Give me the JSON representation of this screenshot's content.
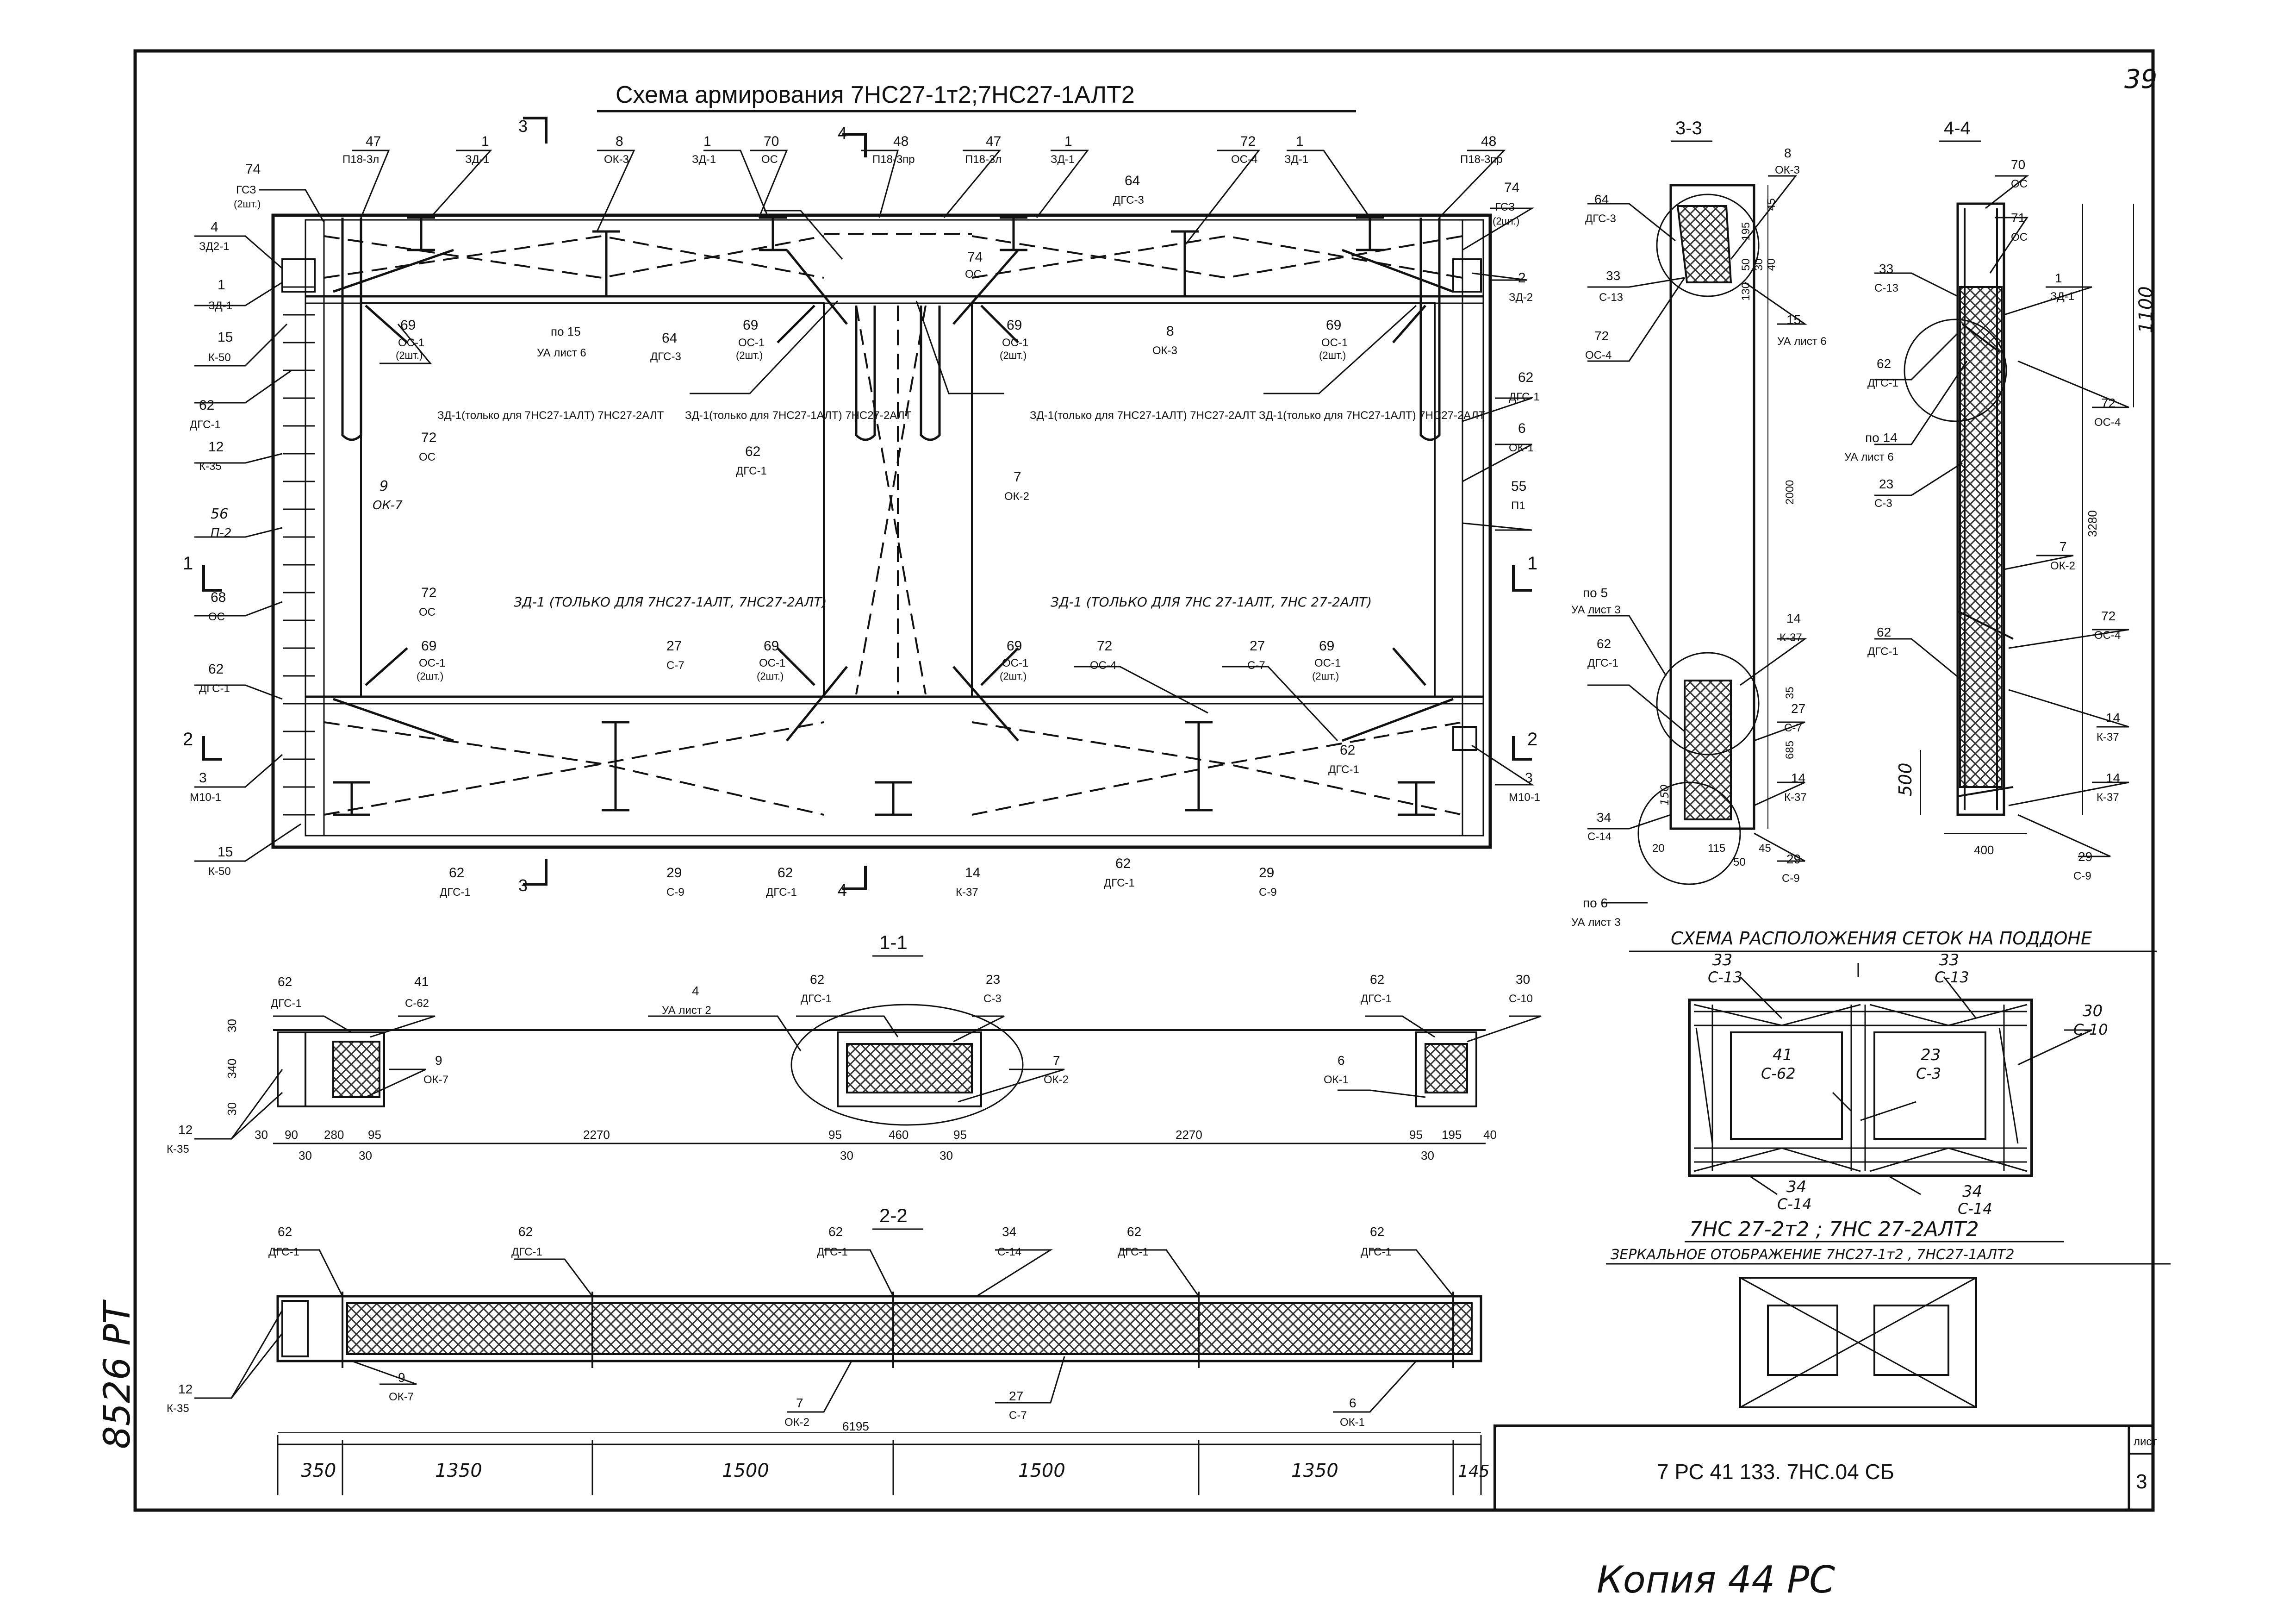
{
  "page_number": "39",
  "main_title": "Схема армирования 7НС27-1т2;7НС27-1АЛТ2",
  "stamp": {
    "code": "7 РС 41 133. 7НС.04 СБ",
    "sheet_label": "лист",
    "sheet_number": "3"
  },
  "handwritten": {
    "left_margin": "8526 РТ",
    "bottom_note": "Копия 44 РС"
  },
  "plan_labels": [
    {
      "num": "74",
      "code": "ГСЗ",
      "extra": "(2шт.)"
    },
    {
      "num": "47",
      "code": "П18-3л"
    },
    {
      "num": "1",
      "code": "ЗД-1"
    },
    {
      "num": "3",
      "code": ""
    },
    {
      "num": "8",
      "code": "ОК-3"
    },
    {
      "num": "1",
      "code": "ЗД-1"
    },
    {
      "num": "70",
      "code": "ОС"
    },
    {
      "num": "4",
      "code": ""
    },
    {
      "num": "48",
      "code": "П18-3пр"
    },
    {
      "num": "47",
      "code": "П18-3л"
    },
    {
      "num": "1",
      "code": "ЗД-1"
    },
    {
      "num": "64",
      "code": "ДГС-3"
    },
    {
      "num": "72",
      "code": "ОС-4"
    },
    {
      "num": "1",
      "code": "ЗД-1"
    },
    {
      "num": "48",
      "code": "П18-3пр"
    },
    {
      "num": "74",
      "code": "ГСЗ",
      "extra": "(2шт.)"
    },
    {
      "num": "4",
      "code": "ЗД2-1"
    },
    {
      "num": "1",
      "code": "ЗД-1"
    },
    {
      "num": "74",
      "code": "ОС"
    },
    {
      "num": "2",
      "code": "ЗД-2"
    },
    {
      "num": "15",
      "code": "К-50"
    },
    {
      "num": "по 15",
      "code": "УА лист 6"
    },
    {
      "num": "64",
      "code": "ДГС-3"
    },
    {
      "num": "69",
      "code": "ОС-1",
      "extra": "(2шт.)"
    },
    {
      "num": "8",
      "code": "ОК-3"
    },
    {
      "num": "62",
      "code": "ДГС-1"
    },
    {
      "num": "12",
      "code": "К-35"
    },
    {
      "num": "72",
      "code": "ОС"
    },
    {
      "num": "6",
      "code": "ОК-1"
    },
    {
      "num": "62",
      "code": "ДГС-1"
    },
    {
      "num": "7",
      "code": "ОК-2"
    },
    {
      "num": "9",
      "code": "ОК-7"
    },
    {
      "num": "55",
      "code": "П1"
    },
    {
      "num": "56",
      "code": "П-2"
    },
    {
      "num": "68",
      "code": "ОС"
    },
    {
      "num": "27",
      "code": "С-7"
    },
    {
      "num": "72",
      "code": "ОС-4"
    },
    {
      "num": "3",
      "code": "М10-1"
    },
    {
      "num": "29",
      "code": "С-9"
    },
    {
      "num": "14",
      "code": "К-37"
    }
  ],
  "plan_notes": {
    "zd_note": "ЗД-1(только для 7НС27-1АЛТ) 7НС27-2АЛТ",
    "zd_note_long_left": "ЗД-1 (ТОЛЬКО ДЛЯ 7НС27-1АЛТ, 7НС27-2АЛТ)",
    "zd_note_long_right": "ЗД-1 (ТОЛЬКО ДЛЯ 7НС 27-1АЛТ, 7НС 27-2АЛТ)"
  },
  "section_marks": {
    "s1": "1",
    "s2": "2",
    "s3": "3",
    "s4": "4"
  },
  "section_titles": {
    "s11": "1-1",
    "s22": "2-2",
    "s33": "3-3",
    "s44": "4-4"
  },
  "section_11": {
    "labels": [
      {
        "num": "62",
        "code": "ДГС-1"
      },
      {
        "num": "41",
        "code": "С-62"
      },
      {
        "num": "4",
        "code": "УА лист 2"
      },
      {
        "num": "62",
        "code": "ДГС-1"
      },
      {
        "num": "23",
        "code": "С-3"
      },
      {
        "num": "62",
        "code": "ДГС-1"
      },
      {
        "num": "30",
        "code": "С-10"
      },
      {
        "num": "9",
        "code": "ОК-7"
      },
      {
        "num": "7",
        "code": "ОК-2"
      },
      {
        "num": "6",
        "code": "ОК-1"
      },
      {
        "num": "12",
        "code": "К-35"
      }
    ],
    "dims_top": [
      "30",
      "90",
      "280",
      "95",
      "2270",
      "95",
      "460",
      "95",
      "2270",
      "95",
      "195",
      "40"
    ],
    "dims_bottom": [
      "30",
      "30",
      "30",
      "30",
      "30"
    ],
    "dims_vert": [
      "30",
      "340",
      "30"
    ]
  },
  "section_22": {
    "labels": [
      {
        "num": "62",
        "code": "ДГС-1"
      },
      {
        "num": "62",
        "code": "ДГС-1"
      },
      {
        "num": "62",
        "code": "ДГС-1"
      },
      {
        "num": "34",
        "code": "С-14"
      },
      {
        "num": "62",
        "code": "ДГС-1"
      },
      {
        "num": "62",
        "code": "ДГС-1"
      },
      {
        "num": "12",
        "code": "К-35"
      },
      {
        "num": "9",
        "code": "ОК-7"
      },
      {
        "num": "7",
        "code": "ОК-2"
      },
      {
        "num": "27",
        "code": "С-7"
      },
      {
        "num": "6",
        "code": "ОК-1"
      }
    ],
    "overall": "6195",
    "dims": [
      "350",
      "1350",
      "1500",
      "1500",
      "1350",
      "145"
    ]
  },
  "section_33": {
    "labels": [
      {
        "num": "64",
        "code": "ДГС-3"
      },
      {
        "num": "8",
        "code": "ОК-3"
      },
      {
        "num": "33",
        "code": "С-13"
      },
      {
        "num": "15",
        "code": "УА лист 6"
      },
      {
        "num": "72",
        "code": "ОС-4"
      },
      {
        "num": "по 5",
        "code": "УА лист 3"
      },
      {
        "num": "62",
        "code": "ДГС-1"
      },
      {
        "num": "14",
        "code": "К-37"
      },
      {
        "num": "27",
        "code": "С-7"
      },
      {
        "num": "14",
        "code": "К-37"
      },
      {
        "num": "34",
        "code": "С-14"
      },
      {
        "num": "29",
        "code": "С-9"
      },
      {
        "num": "по 6",
        "code": "УА лист 3"
      }
    ],
    "dims_v": [
      "195",
      "45",
      "50",
      "30",
      "40",
      "130",
      "2000",
      "35",
      "685",
      "150"
    ],
    "dims_h": [
      "20",
      "115",
      "50",
      "45"
    ]
  },
  "section_44": {
    "labels": [
      {
        "num": "70",
        "code": "ОС"
      },
      {
        "num": "71",
        "code": "ОС"
      },
      {
        "num": "33",
        "code": "С-13"
      },
      {
        "num": "1",
        "code": "ЗД-1"
      },
      {
        "num": "62",
        "code": "ДГС-1"
      },
      {
        "num": "72",
        "code": "ОС-4"
      },
      {
        "num": "по 14",
        "code": "УА лист 6"
      },
      {
        "num": "23",
        "code": "С-3"
      },
      {
        "num": "7",
        "code": "ОК-2"
      },
      {
        "num": "62",
        "code": "ДГС-1"
      },
      {
        "num": "72",
        "code": "ОС-4"
      },
      {
        "num": "14",
        "code": "К-37"
      },
      {
        "num": "14",
        "code": "К-37"
      },
      {
        "num": "29",
        "code": "С-9"
      }
    ],
    "dims": [
      "1100",
      "3280",
      "500",
      "400"
    ]
  },
  "mesh_scheme": {
    "title": "СХЕМА РАСПОЛОЖЕНИЯ СЕТОК НА ПОДДОНЕ",
    "labels": [
      {
        "num": "33",
        "code": "С-13"
      },
      {
        "num": "33",
        "code": "С-13"
      },
      {
        "num": "30",
        "code": "С-10"
      },
      {
        "num": "41",
        "code": "С-62"
      },
      {
        "num": "23",
        "code": "С-3"
      },
      {
        "num": "34",
        "code": "С-14"
      },
      {
        "num": "34",
        "code": "С-14"
      }
    ],
    "caption_line1": "7НС 27-2т2 ; 7НС 27-2АЛТ2",
    "caption_line2": "ЗЕРКАЛЬНОЕ ОТОБРАЖЕНИЕ 7НС27-1т2 , 7НС27-1АЛТ2"
  }
}
